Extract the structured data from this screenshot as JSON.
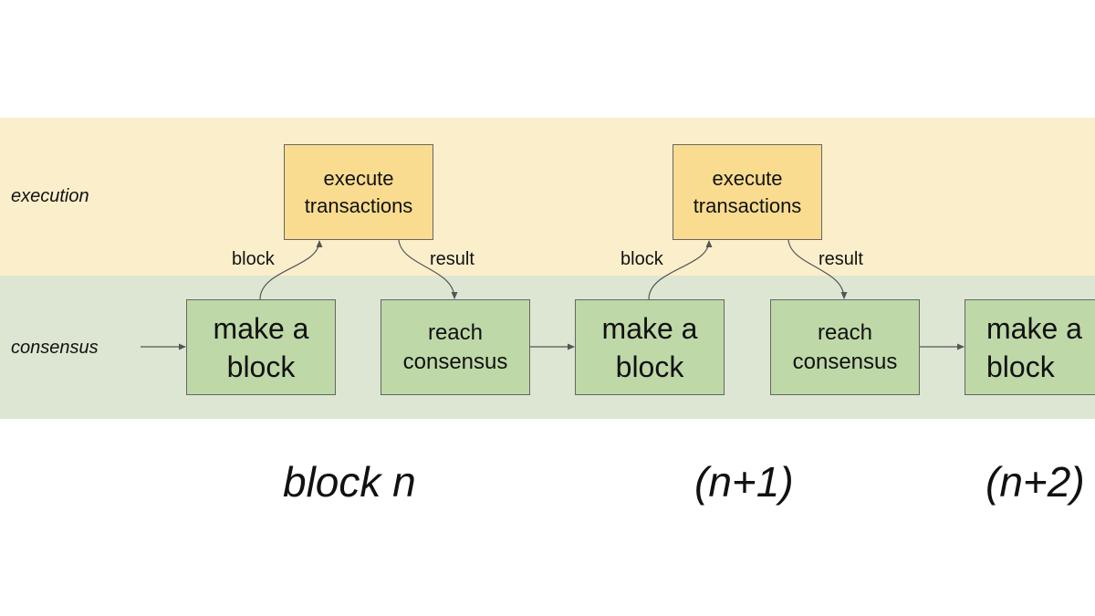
{
  "lanes": {
    "execution": "execution",
    "consensus": "consensus"
  },
  "boxes": {
    "execute_1": "execute\ntransactions",
    "execute_2": "execute\ntransactions",
    "make_1": "make a\nblock",
    "make_2": "make a\nblock",
    "make_3": "make a\nblock",
    "reach_1": "reach\nconsensus",
    "reach_2": "reach\nconsensus"
  },
  "edges": {
    "block_1": "block",
    "result_1": "result",
    "block_2": "block",
    "result_2": "result"
  },
  "captions": {
    "block_n": "block n",
    "block_n1": "(n+1)",
    "block_n2": "(n+2)"
  },
  "colors": {
    "execution_band": "#fbefcb",
    "consensus_band": "#dce6d2",
    "execute_box": "#f9dc8f",
    "consensus_box": "#bed8a8",
    "border": "#666666"
  }
}
